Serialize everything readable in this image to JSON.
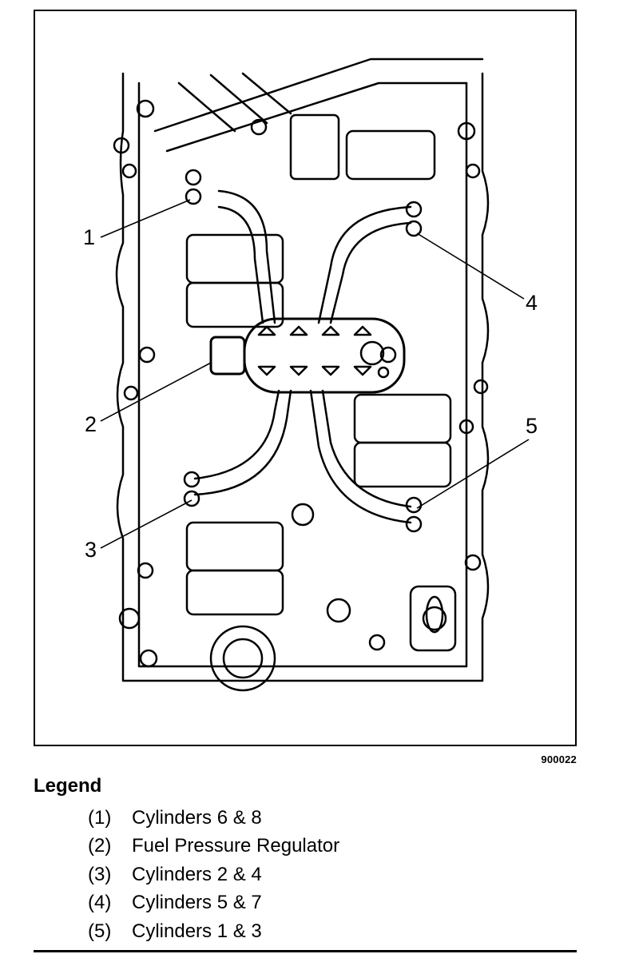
{
  "figure": {
    "id": "900022",
    "callouts": [
      {
        "number": "1"
      },
      {
        "number": "2"
      },
      {
        "number": "3"
      },
      {
        "number": "4"
      },
      {
        "number": "5"
      }
    ]
  },
  "legend": {
    "title": "Legend",
    "items": [
      {
        "number": "(1)",
        "text": "Cylinders 6 & 8"
      },
      {
        "number": "(2)",
        "text": "Fuel Pressure Regulator"
      },
      {
        "number": "(3)",
        "text": "Cylinders 2 & 4"
      },
      {
        "number": "(4)",
        "text": "Cylinders 5 & 7"
      },
      {
        "number": "(5)",
        "text": "Cylinders 1 & 3"
      }
    ]
  }
}
